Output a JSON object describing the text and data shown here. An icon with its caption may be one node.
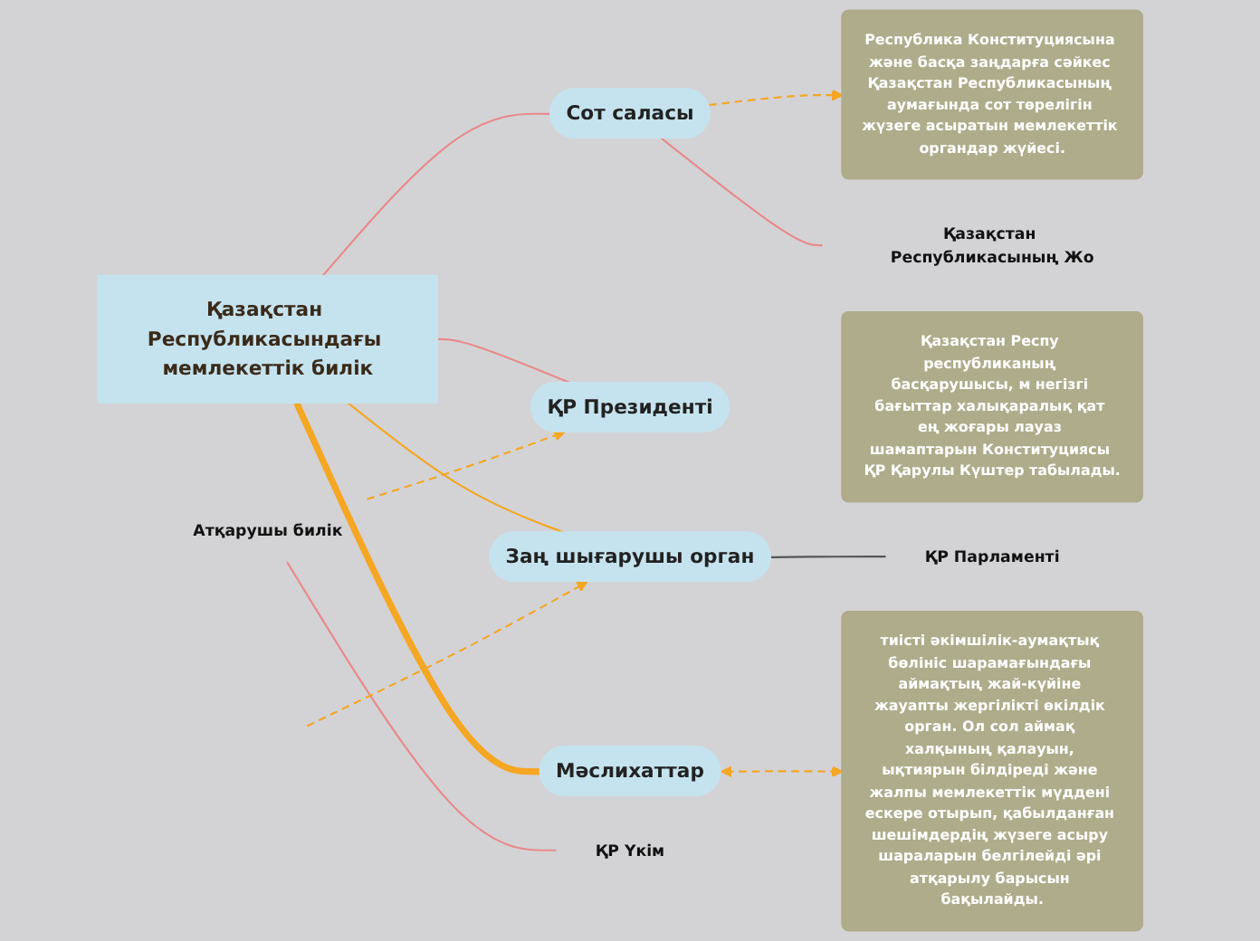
{
  "diagram": {
    "nodes": [
      {
        "text": [
          "Қазақстан Республикасындағы мемлекеттік билік"
        ]
      },
      {
        "text": [
          "Сот саласы"
        ]
      },
      {
        "text": [
          "ҚР Президенті"
        ]
      },
      {
        "text": [
          "Заң шығарушы орган"
        ]
      },
      {
        "text": [
          "Мәслихаттар"
        ]
      },
      {
        "text": [
          "Республика Конституциясына және басқа заңдарға сәйкес Қазақстан Республикасының аумағында сот төрелігін жүзеге асыратын мемлекеттік органдар жүйесі."
        ]
      },
      {
        "text": [
          "Қазақстан Респу республиканың басқарушысы, м негізгі бағыттар халықаралық қат ең жоғары лауаз шамаптарын Конституциясы ҚР Қарулы Күштер табылады."
        ]
      },
      {
        "text": [
          "Қазақстан Республикасының Жо"
        ]
      },
      {
        "text": [
          "Атқарушы билік"
        ]
      },
      {
        "text": [
          "ҚР Үкім"
        ]
      },
      {
        "text": [
          "ҚР Парламенті"
        ]
      },
      {
        "text": [
          "тиісті әкімшілік-аумақтық бөлініс шарамағындағы аймақтың жай-күйіне жауапты жергілікті өкілдік орган. Ол сол аймақ халқының қалауын, ықтиярын білдіреді және жалпы мемлекеттік мүддені ескере отырып, қабылданған шешімдердің жүзеге асыру шараларын белгілейді әрі атқарылу барысын бақылайды."
        ]
      }
    ],
    "edges": [
      {
        "from": 0,
        "to": 1,
        "arrow": "none",
        "color": "#e88a8a"
      },
      {
        "from": 0,
        "to": 2,
        "arrow": "none",
        "color": "#e88a8a"
      },
      {
        "from": 0,
        "to": 3,
        "arrow": "none"
      },
      {
        "from": 0,
        "to": 4,
        "arrow": "none",
        "style": "thick"
      },
      {
        "from": 1,
        "to": 5,
        "arrow": "to",
        "style": "dashed"
      },
      {
        "from": 1,
        "to": 7,
        "arrow": "none",
        "color": "#e88a8a"
      },
      {
        "from": 8,
        "to": 2,
        "arrow": "to",
        "style": "dashed"
      },
      {
        "from": 8,
        "to": 9,
        "arrow": "none",
        "color": "#e88a8a"
      },
      {
        "from": 3,
        "to": 10,
        "arrow": "none",
        "color": "#555555"
      },
      {
        "from": null,
        "to": 3,
        "arrow": "to",
        "style": "dashed"
      },
      {
        "from": 4,
        "to": 11,
        "arrow": "both",
        "style": "dashed"
      }
    ]
  }
}
